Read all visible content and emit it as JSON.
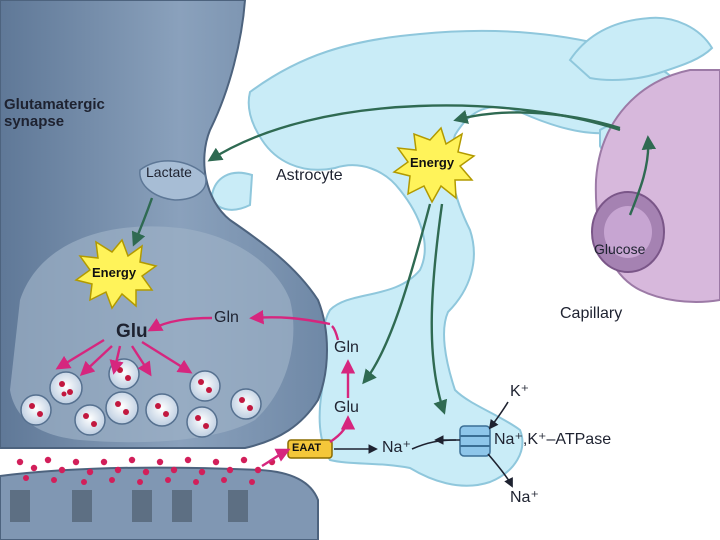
{
  "labels": {
    "title_line1": "Glutamatergic",
    "title_line2": "synapse",
    "lactate": "Lactate",
    "astrocyte": "Astrocyte",
    "energy_astrocyte": "Energy",
    "energy_neuron": "Energy",
    "glucose": "Glucose",
    "capillary": "Capillary",
    "glu_neuron": "Glu",
    "gln_neuron": "Gln",
    "gln_astro": "Gln",
    "glu_astro": "Glu",
    "eaat": "EAAT",
    "na_in": "Na⁺",
    "k": "K⁺",
    "atpase": "Na⁺,K⁺–ATPase",
    "na_out": "Na⁺"
  },
  "colors": {
    "neuron": "#7f96b2",
    "astrocyte": "#c9ecf7",
    "capillary": "#d7b8dc",
    "glutamate": "#d21f5a",
    "arrow_dark": "#2f6a52",
    "arrow_magenta": "#d6267e",
    "energy_burst": "#fff35a"
  }
}
